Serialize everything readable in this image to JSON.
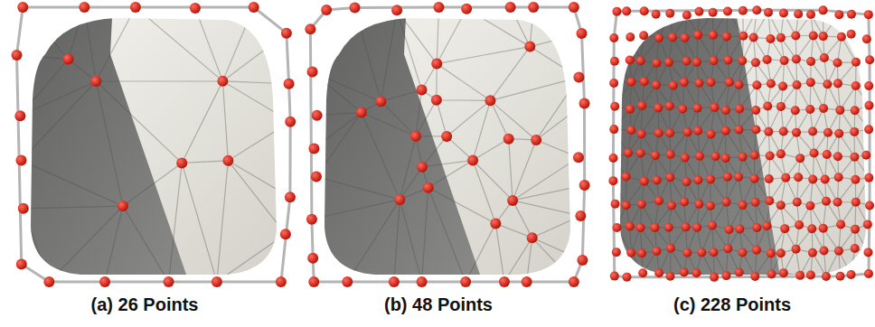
{
  "diagram": {
    "labels": [
      "(a) 26 Points",
      "(b) 48 Points",
      "(c) 228 Points"
    ]
  }
}
